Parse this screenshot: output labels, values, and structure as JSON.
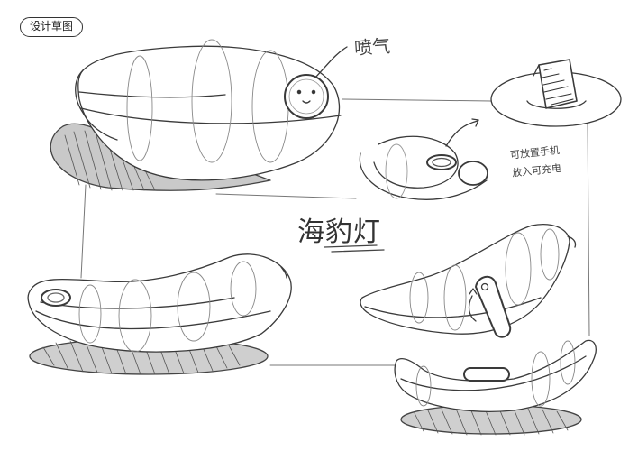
{
  "tag_label": "设计草图",
  "title": "海豹灯",
  "annotations": {
    "spray": "喷气",
    "phone_line1": "可放置手机",
    "phone_line2": "放入可充电"
  },
  "colors": {
    "ink": "#333333",
    "paper": "#ffffff"
  }
}
